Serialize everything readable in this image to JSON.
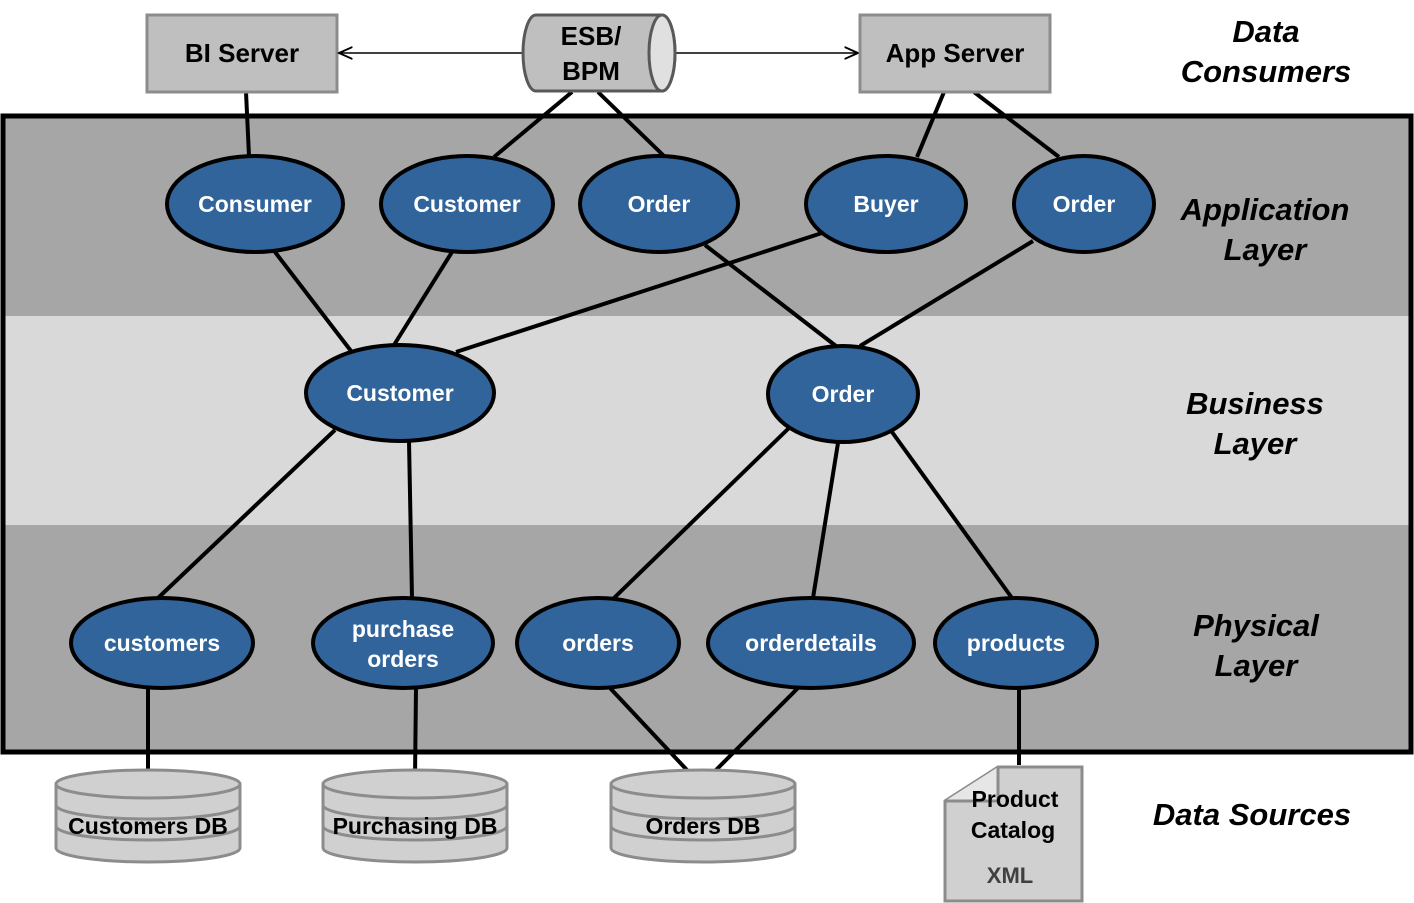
{
  "consumers": {
    "bi_server": "BI Server",
    "esb": [
      "ESB/",
      "BPM"
    ],
    "app_server": "App Server"
  },
  "layers": {
    "data_consumers": [
      "Data",
      "Consumers"
    ],
    "application": [
      "Application",
      "Layer"
    ],
    "business": [
      "Business",
      "Layer"
    ],
    "physical": [
      "Physical",
      "Layer"
    ],
    "data_sources": "Data Sources"
  },
  "application_nodes": [
    "Consumer",
    "Customer",
    "Order",
    "Buyer",
    "Order"
  ],
  "business_nodes": [
    "Customer",
    "Order"
  ],
  "physical_nodes": {
    "customers": "customers",
    "purchase_orders": [
      "purchase",
      "orders"
    ],
    "orders": "orders",
    "orderdetails": "orderdetails",
    "products": "products"
  },
  "data_sources": {
    "customers_db": "Customers DB",
    "purchasing_db": "Purchasing DB",
    "orders_db": "Orders DB",
    "product_catalog": [
      "Product",
      "Catalog"
    ],
    "xml_label": "XML"
  },
  "colors": {
    "node_fill": "#31649b",
    "layer_dark": "#a6a6a6",
    "layer_light": "#d9d9d9",
    "box_fill": "#bfbfbf"
  }
}
